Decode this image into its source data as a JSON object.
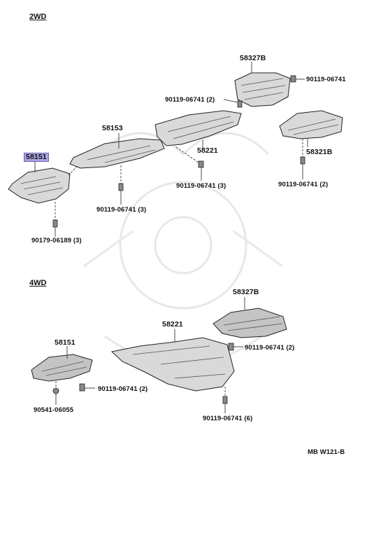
{
  "sections": {
    "upper": "2WD",
    "lower": "4WD"
  },
  "labels_2wd": {
    "p58327B": "58327B",
    "b90119_06741_a": "90119-06741",
    "b90119_06741_b": "90119-06741 (2)",
    "p58153": "58153",
    "p58221": "58221",
    "p58151": "58151",
    "p58321B": "58321B",
    "b90119_06741_c": "90119-06741 (3)",
    "b90119_06741_d": "90119-06741 (2)",
    "b90119_06741_e": "90119-06741 (3)",
    "b90179_06189": "90179-06189 (3)"
  },
  "labels_4wd": {
    "p58327B": "58327B",
    "p58221": "58221",
    "p58151": "58151",
    "b90119_06741_a": "90119-06741 (2)",
    "b90119_06741_b": "90119-06741 (2)",
    "b90541_06055": "90541-06055",
    "b90119_06741_c": "90119-06741 (6)"
  },
  "footer": {
    "code": "MB W121-B"
  },
  "highlight_color": "#a9a4e0"
}
